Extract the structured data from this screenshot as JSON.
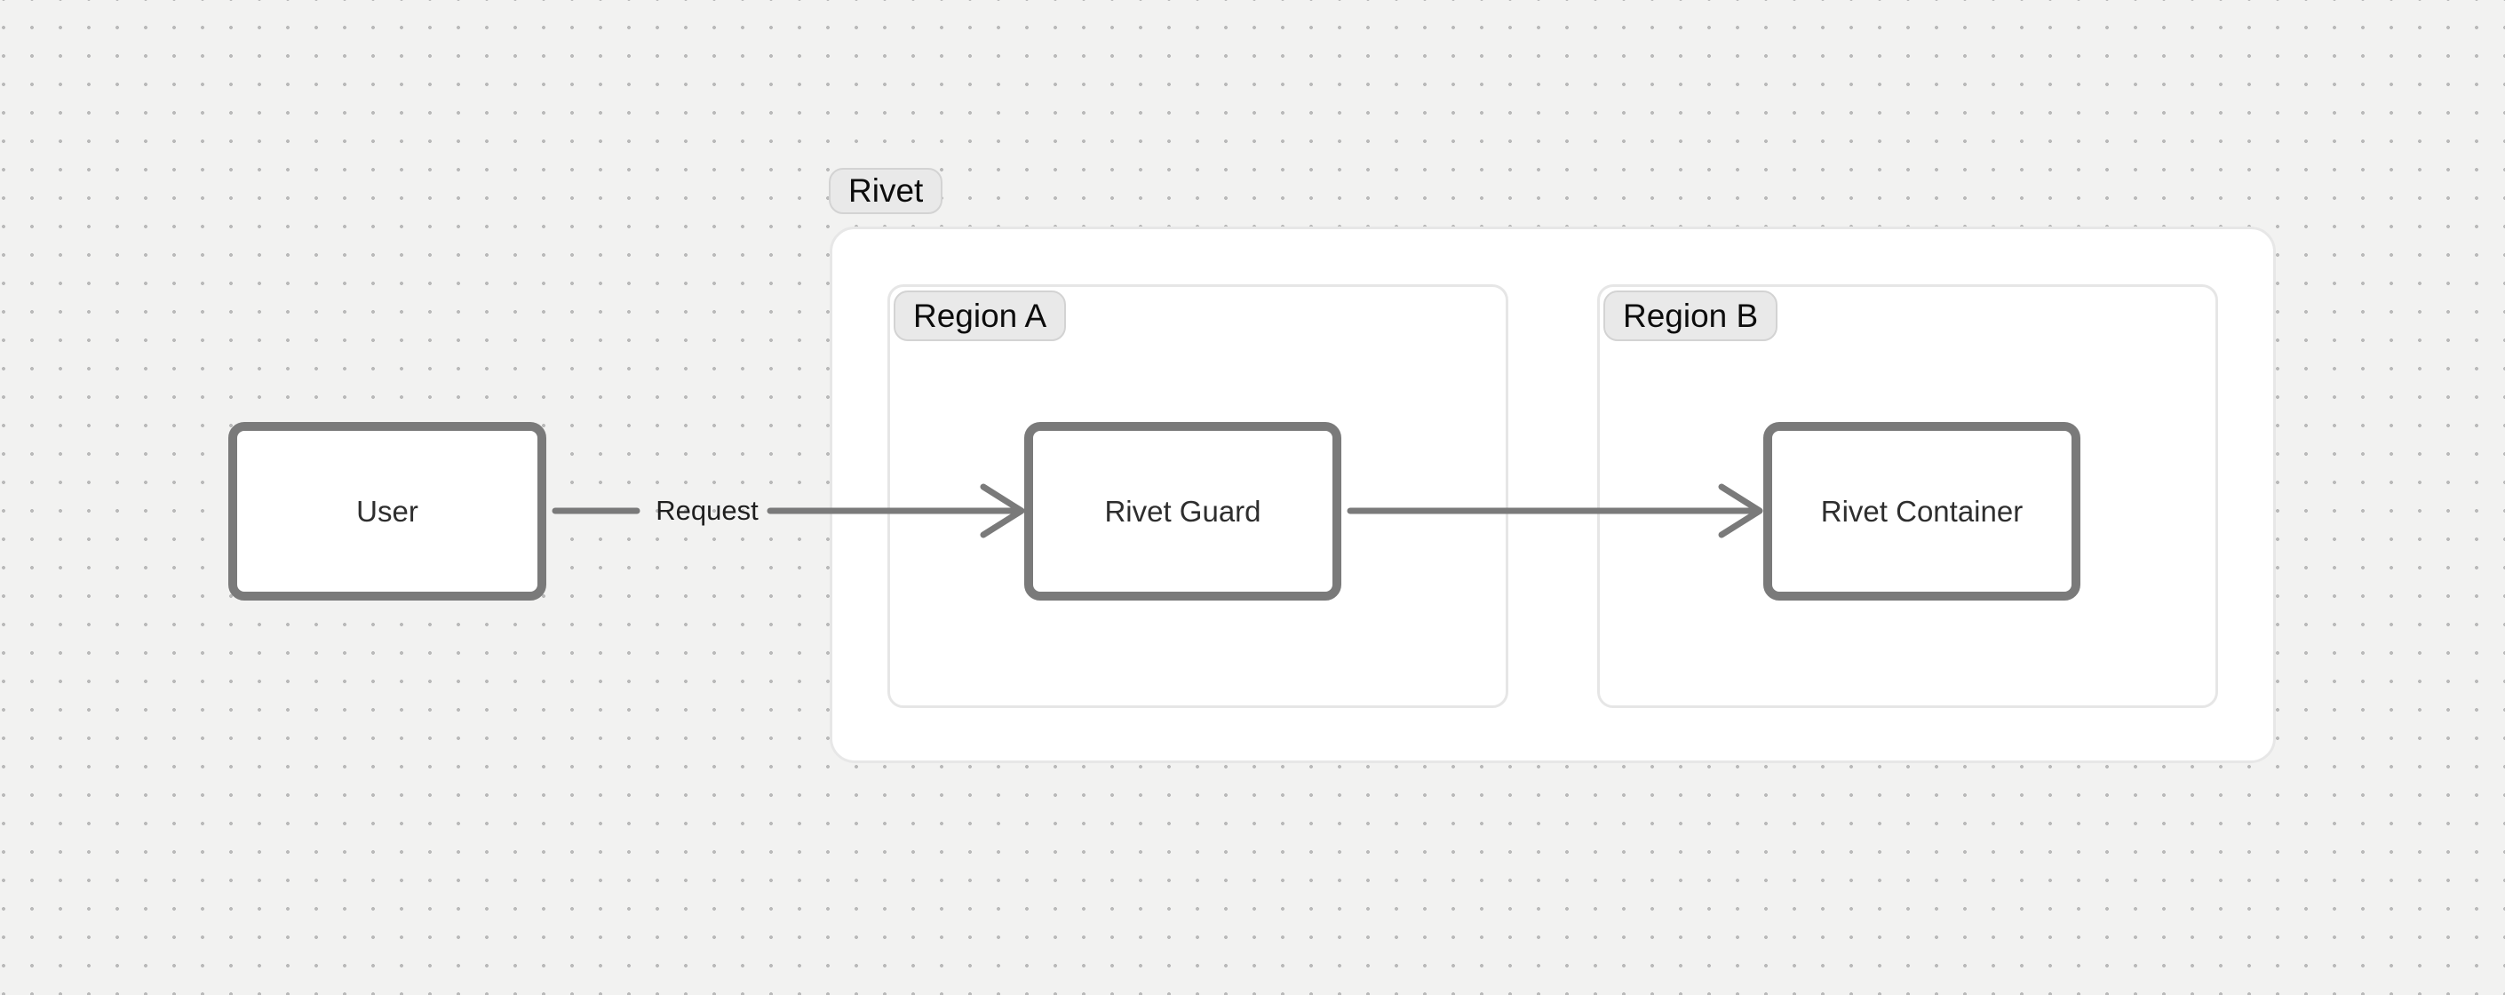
{
  "canvas": {
    "background_color": "#f2f2f1",
    "dot_color": "#bababa"
  },
  "groups": {
    "rivet": {
      "label": "Rivet"
    },
    "region_a": {
      "label": "Region A"
    },
    "region_b": {
      "label": "Region B"
    }
  },
  "nodes": {
    "user": {
      "label": "User"
    },
    "rivet_guard": {
      "label": "Rivet Guard"
    },
    "rivet_container": {
      "label": "Rivet Container"
    }
  },
  "edges": {
    "user_to_guard": {
      "label": "Request",
      "from": "User",
      "to": "Rivet Guard"
    },
    "guard_to_container": {
      "label": "",
      "from": "Rivet Guard",
      "to": "Rivet Container"
    }
  },
  "colors": {
    "node_border": "#7a7a7a",
    "node_text": "#2e2e2e",
    "edge_stroke": "#7a7a7a",
    "group_fill": "#ffffff",
    "group_border": "#e7e7e7",
    "region_border": "#e6e6e6",
    "pill_fill": "#e9e9e9",
    "pill_border": "#d3d3d3",
    "pill_text": "#0c0c0c"
  }
}
